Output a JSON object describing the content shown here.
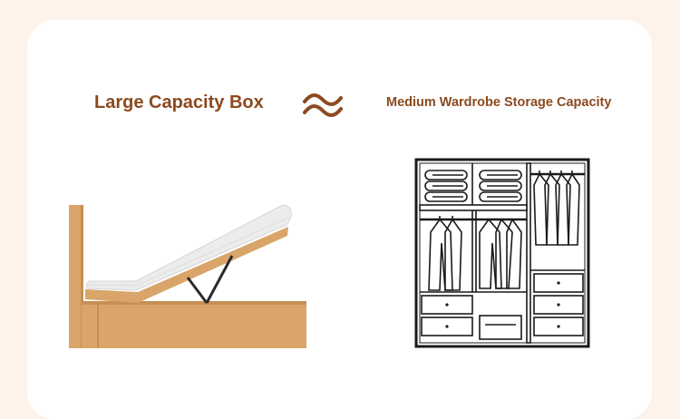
{
  "left_label": "Large Capacity Box",
  "right_label": "Medium Wardrobe Storage Capacity",
  "colors": {
    "text": "#8b4a1f",
    "background": "#fdf3ea",
    "card": "#ffffff",
    "bed_wood": "#d9a56a",
    "mattress": "#ececec",
    "line": "#1a1a1a"
  },
  "icons": {
    "approx": "approximately-equal-icon",
    "bed": "storage-bed-illustration",
    "wardrobe": "wardrobe-illustration"
  }
}
